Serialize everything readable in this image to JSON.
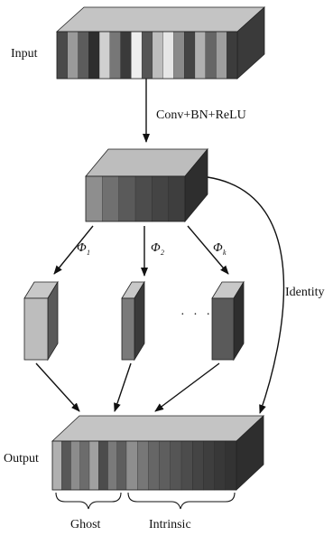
{
  "labels": {
    "input": "Input",
    "conv": "Conv+BN+ReLU",
    "identity": "Identity",
    "output": "Output",
    "ghost": "Ghost",
    "intrinsic": "Intrinsic",
    "dots": "· · ·"
  },
  "phis": [
    {
      "symbol": "Φ",
      "sub": "1"
    },
    {
      "symbol": "Φ",
      "sub": "2"
    },
    {
      "symbol": "Φ",
      "sub": "k"
    }
  ],
  "colors": {
    "line": "#111111",
    "input_slices": [
      "#4a4a4a",
      "#9a9a9a",
      "#5c5c5c",
      "#2e2e2e",
      "#d0d0d0",
      "#777777",
      "#3a3a3a",
      "#eeeeee",
      "#555555",
      "#bdbdbd",
      "#e6e6e6",
      "#8a8a8a",
      "#444444",
      "#b0b0b0",
      "#666666",
      "#9e9e9e",
      "#3c3c3c"
    ],
    "conv_slices": [
      "#8e8e8e",
      "#707070",
      "#5a5a5a",
      "#4c4c4c",
      "#444444",
      "#3e3e3e"
    ],
    "ghost_slices": [
      "#b0b0b0",
      "#585858",
      "#8c8c8c",
      "#6c6c6c",
      "#a0a0a0",
      "#4c4c4c",
      "#7a7a7a",
      "#5e5e5e"
    ],
    "intrinsic_slices": [
      "#8e8e8e",
      "#777777",
      "#666666",
      "#5e5e5e",
      "#555555",
      "#4c4c4c",
      "#444444",
      "#3e3e3e",
      "#383838",
      "#333333"
    ]
  }
}
